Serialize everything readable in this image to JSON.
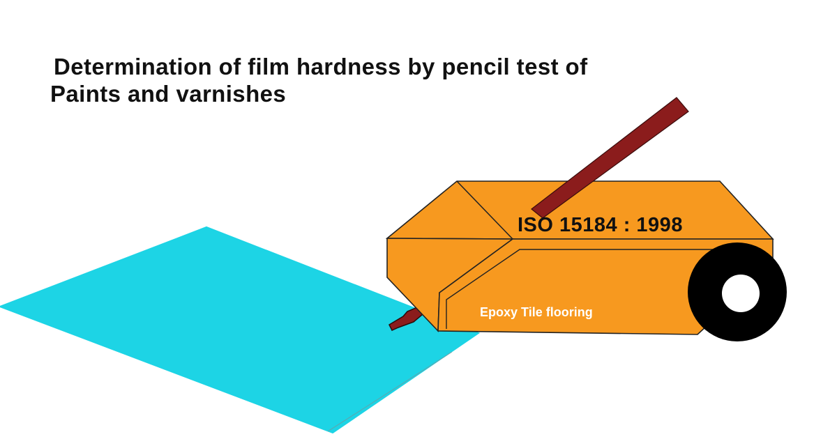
{
  "title": {
    "line1": "Determination of film hardness by pencil test of",
    "line2": "Paints and varnishes"
  },
  "tester": {
    "standard_label": "ISO 15184 : 1998",
    "surface_label": "Epoxy Tile flooring"
  },
  "colors": {
    "panel": "#1dd4e5",
    "tester_body": "#f7991f",
    "pencil": "#8b1c1c",
    "wheel": "#000000",
    "outline": "#222222"
  }
}
